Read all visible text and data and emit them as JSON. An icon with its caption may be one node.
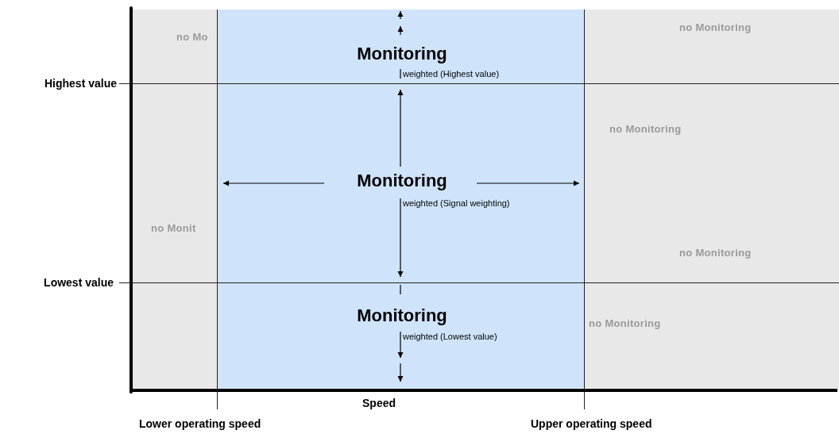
{
  "diagram": {
    "labels": [
      "no Mo",
      "no Monitoring",
      "Monitoring",
      "weighted (Highest value)",
      "Highest value",
      "no Monitoring",
      "Monitoring",
      "weighted (Signal weighting)",
      "no Monit",
      "no Monitoring",
      "Lowest value",
      "Monitoring",
      "no Monitoring",
      "weighted (Lowest value)",
      "Speed",
      "Lower operating speed",
      "Upper operating speed"
    ]
  }
}
